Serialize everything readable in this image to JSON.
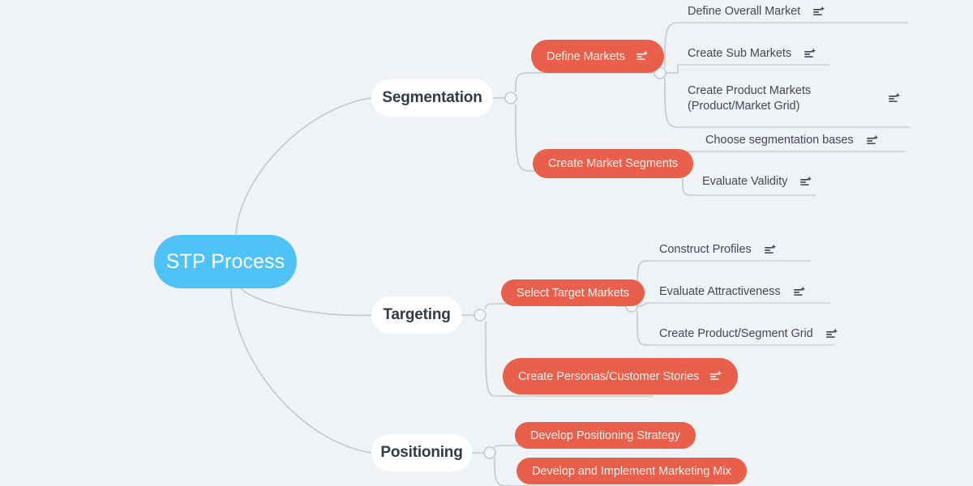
{
  "meta": {
    "background_color": "#eff3f6",
    "root_color": "#4fc3f7",
    "pill_color": "#e8604c",
    "branch_color": "#ffffff",
    "edge_color": "#c3c9ce",
    "leaf_text_color": "#3f4a58"
  },
  "icons": {
    "doc": "add-note-icon"
  },
  "root": {
    "label": "STP Process"
  },
  "branches": [
    {
      "label": "Segmentation",
      "children": [
        {
          "label": "Define Markets",
          "type": "pill",
          "icon": "add-note-icon",
          "children": [
            {
              "label": "Define Overall Market",
              "type": "leaf",
              "icon": "add-note-icon"
            },
            {
              "label": "Create Sub Markets",
              "type": "leaf",
              "icon": "add-note-icon"
            },
            {
              "label": "Create Product Markets (Product/Market Grid)",
              "type": "leaf",
              "icon": "add-note-icon"
            }
          ]
        },
        {
          "label": "Create Market Segments",
          "type": "pill",
          "icon": null,
          "children": [
            {
              "label": "Choose segmentation bases",
              "type": "leaf",
              "icon": "add-note-icon"
            },
            {
              "label": "Evaluate Validity",
              "type": "leaf",
              "icon": "add-note-icon"
            }
          ]
        }
      ]
    },
    {
      "label": "Targeting",
      "children": [
        {
          "label": "Select Target Markets",
          "type": "pill",
          "icon": null,
          "children": [
            {
              "label": "Construct Profiles",
              "type": "leaf",
              "icon": "add-note-icon"
            },
            {
              "label": "Evaluate Attractiveness",
              "type": "leaf",
              "icon": "add-note-icon"
            },
            {
              "label": "Create Product/Segment Grid",
              "type": "leaf",
              "icon": "add-note-icon"
            }
          ]
        },
        {
          "label": "Create Personas/Customer Stories",
          "type": "pill",
          "icon": "add-note-icon",
          "children": []
        }
      ]
    },
    {
      "label": "Positioning",
      "children": [
        {
          "label": "Develop Positioning Strategy",
          "type": "pill",
          "icon": null,
          "children": []
        },
        {
          "label": "Develop and Implement Marketing Mix",
          "type": "pill",
          "icon": null,
          "children": []
        }
      ]
    }
  ]
}
